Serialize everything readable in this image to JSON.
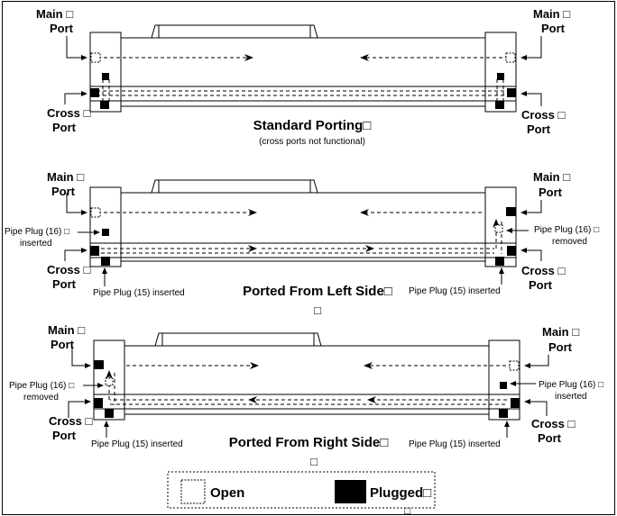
{
  "labels": {
    "main_port": "Main □",
    "port": "Port",
    "cross_port": "Cross □",
    "pipe_plug_16_inserted_a": "Pipe Plug (16) □",
    "pipe_plug_16_inserted_b": "inserted",
    "pipe_plug_16_removed_a": "Pipe Plug (16) □",
    "pipe_plug_16_removed_b": "removed",
    "pipe_plug_15_inserted": "Pipe Plug (15) inserted"
  },
  "sections": [
    {
      "title": "Standard Porting□",
      "subtitle": "(cross ports not functional)"
    },
    {
      "title": "Ported From Left Side□",
      "glyph": "□"
    },
    {
      "title": "Ported From Right Side□",
      "glyph": "□"
    }
  ],
  "legend": {
    "open_label": "Open",
    "plugged_label": "Plugged□",
    "glyph": "□"
  }
}
